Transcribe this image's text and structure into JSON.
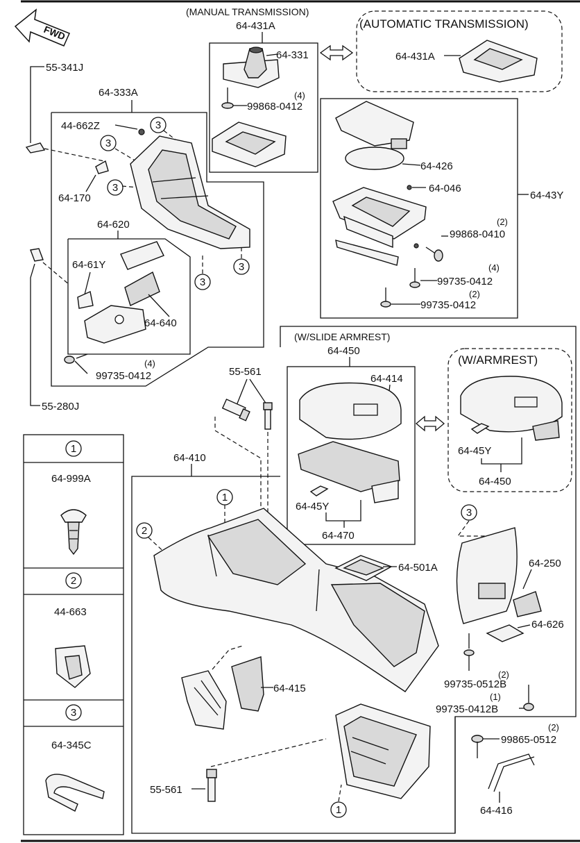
{
  "header": {
    "manual_label": "(MANUAL TRANSMISSION)",
    "auto_label": "(AUTOMATIC TRANSMISSION)",
    "slide_armrest_label": "(W/SLIDE ARMREST)",
    "armrest_label": "(W/ARMREST)",
    "fwd_label": "FWD"
  },
  "callouts": {
    "p64_431a_manual": "64-431A",
    "p64_431a_auto": "64-431A",
    "p64_331": "64-331",
    "p99868_0412": "99868-0412",
    "p99868_0412_qty": "(4)",
    "p55_341j": "55-341J",
    "p64_333a": "64-333A",
    "p44_662z": "44-662Z",
    "p64_170": "64-170",
    "p64_620": "64-620",
    "p64_61y": "64-61Y",
    "p64_640": "64-640",
    "p99735_0412_left": "99735-0412",
    "p99735_0412_left_qty": "(4)",
    "p55_280j": "55-280J",
    "p64_426": "64-426",
    "p64_046": "64-046",
    "p64_43y": "64-43Y",
    "p99868_0410": "99868-0410",
    "p99868_0410_qty": "(2)",
    "p99735_0412_a": "99735-0412",
    "p99735_0412_a_qty": "(4)",
    "p99735_0412_b": "99735-0412",
    "p99735_0412_b_qty": "(2)",
    "p64_450_top": "64-450",
    "p64_414": "64-414",
    "p64_45y_a": "64-45Y",
    "p64_470": "64-470",
    "p64_45y_b": "64-45Y",
    "p64_450_b": "64-450",
    "p55_561_top": "55-561",
    "p64_410": "64-410",
    "p64_501a": "64-501A",
    "p64_250": "64-250",
    "p64_626": "64-626",
    "p99735_0512b": "99735-0512B",
    "p99735_0512b_qty": "(2)",
    "p99735_0412b": "99735-0412B",
    "p99735_0412b_qty": "(1)",
    "p64_415": "64-415",
    "p55_561_bottom": "55-561",
    "p99865_0512": "99865-0512",
    "p99865_0512_qty": "(2)",
    "p64_416": "64-416"
  },
  "circle_refs": [
    "1",
    "2",
    "3"
  ],
  "legend": [
    {
      "ref": "1",
      "part": "64-999A"
    },
    {
      "ref": "2",
      "part": "44-663"
    },
    {
      "ref": "3",
      "part": "64-345C"
    }
  ]
}
